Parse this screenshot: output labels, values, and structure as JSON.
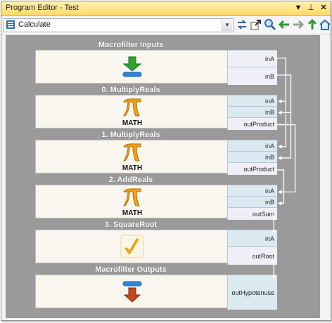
{
  "window": {
    "title": "Program Editor - Test"
  },
  "toolbar": {
    "combo_value": "Calculate"
  },
  "blocks": [
    {
      "header": "Macrofilter Inputs",
      "ports": [
        "inA",
        "inB"
      ]
    },
    {
      "header": "0. MultiplyReals",
      "ports": [
        "inA",
        "inB",
        "outProduct"
      ],
      "icon_label": "MATH"
    },
    {
      "header": "1. MultiplyReals",
      "ports": [
        "inA",
        "inB",
        "outProduct"
      ],
      "icon_label": "MATH"
    },
    {
      "header": "2. AddReals",
      "ports": [
        "inA",
        "inB",
        "outSum"
      ],
      "icon_label": "MATH"
    },
    {
      "header": "3. SquareRoot",
      "ports": [
        "inA",
        "outRoot"
      ]
    },
    {
      "header": "Macrofilter Outputs",
      "ports": [
        "outHypotenuse"
      ]
    }
  ],
  "icons": {
    "titlebar": [
      "dropdown-arrow-icon",
      "pin-icon",
      "close-icon"
    ],
    "toolbar": [
      "swap-icon",
      "export-icon",
      "search-icon",
      "back-arrow-icon",
      "forward-arrow-icon",
      "up-arrow-icon",
      "home-icon"
    ]
  }
}
